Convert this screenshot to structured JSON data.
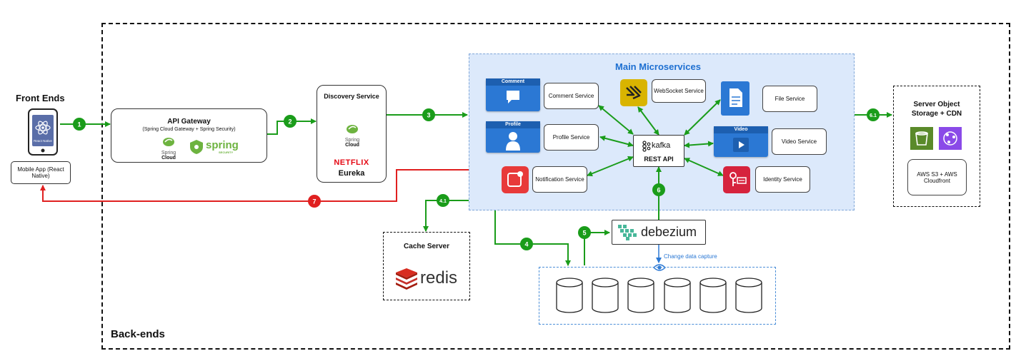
{
  "frontends": {
    "title": "Front Ends",
    "phone_label": "React Native",
    "mobile_app": "Mobile App (React Native)"
  },
  "backends_label": "Back-ends",
  "api_gateway": {
    "title": "API Gateway",
    "subtitle": "(Spring Cloud Gateway + Spring Security)",
    "spring_cloud_line1": "Spring",
    "spring_cloud_line2": "Cloud",
    "spring_security_word": "spring",
    "spring_security_sub": "SECURITY"
  },
  "discovery": {
    "title": "Discovery Service",
    "spring_cloud_line1": "Spring",
    "spring_cloud_line2": "Cloud",
    "netflix": "NETFLIX",
    "eureka": "Eureka"
  },
  "main": {
    "title": "Main Microservices",
    "comment_card": "Comment",
    "comment_service": "Comment Service",
    "profile_card": "Profile",
    "profile_service": "Profile Service",
    "notification_service": "Notification Service",
    "websocket_service": "WebSocket Service",
    "file_service": "File Service",
    "video_card": "Video",
    "video_service": "Video Service",
    "identity_service": "Identity Service",
    "kafka": "kafka",
    "rest_api": "REST API"
  },
  "storage": {
    "title_line1": "Server Object",
    "title_line2": "Storage + CDN",
    "aws": "AWS S3 + AWS Cloudfront"
  },
  "cache": {
    "title": "Cache Server",
    "redis": "redis"
  },
  "debezium": {
    "name": "debezium",
    "cdc": "Change data capture"
  },
  "steps": {
    "s1": "1",
    "s2": "2",
    "s3": "3",
    "s41": "4.1",
    "s4": "4",
    "s5": "5",
    "s6": "6",
    "s61": "6.1",
    "s7": "7"
  },
  "colors": {
    "green": "#1a9c1a",
    "red": "#e02020",
    "blue_panel": "#dce9fb",
    "blue_title": "#1d6fd1",
    "service_blue": "#2b78d4"
  }
}
